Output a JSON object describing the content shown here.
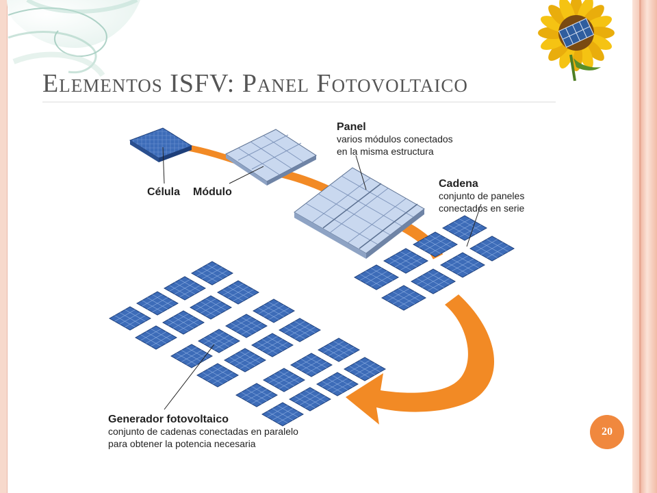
{
  "slide": {
    "title": "Elementos ISFV: Panel Fotovoltaico",
    "page_number": "20"
  },
  "diagram": {
    "celula": {
      "name": "Célula"
    },
    "modulo": {
      "name": "Módulo"
    },
    "panel": {
      "name": "Panel",
      "desc_line1": "varios módulos conectados",
      "desc_line2": "en la misma estructura"
    },
    "cadena": {
      "name": "Cadena",
      "desc_line1": "conjunto de paneles",
      "desc_line2": "conectados en serie"
    },
    "generador": {
      "name": "Generador fotovoltaico",
      "desc_line1": "conjunto de cadenas conectadas en paralelo",
      "desc_line2": "para obtener la potencia necesaria"
    }
  },
  "colors": {
    "arrow": "#f28a25",
    "cell_blue": "#3d6cb8",
    "module_light": "#c9d8ef",
    "page_badge": "#f0883e",
    "title": "#555555"
  }
}
